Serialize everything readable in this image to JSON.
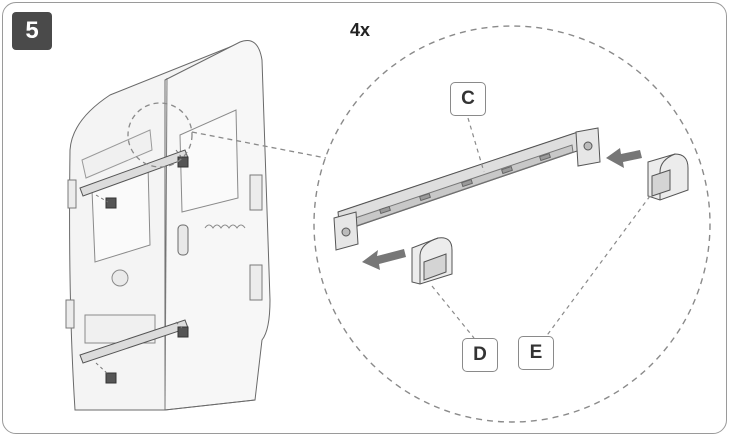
{
  "step": {
    "number": "5"
  },
  "quantity": "4x",
  "callouts": {
    "rail": "C",
    "end_cap_left": "D",
    "end_cap_right": "E"
  }
}
